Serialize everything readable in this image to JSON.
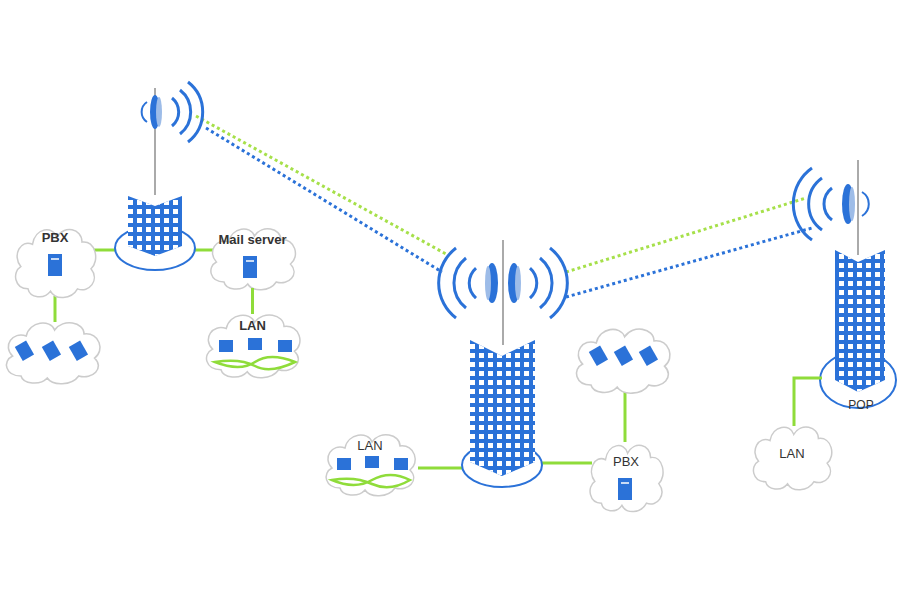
{
  "diagram": {
    "nodes": [
      {
        "text": [
          "PBX"
        ]
      },
      {
        "text": [
          "Mail server"
        ]
      },
      {
        "text": [
          "LAN"
        ]
      },
      {
        "text": [
          "LAN"
        ]
      },
      {
        "text": [
          "PBX"
        ]
      },
      {
        "text": [
          "POP"
        ]
      },
      {
        "text": [
          "LAN"
        ]
      }
    ],
    "edges": [
      {
        "from": 1,
        "to": 2,
        "arrow": "none"
      },
      {
        "from": 6,
        "to": 5,
        "arrow": "none"
      }
    ]
  }
}
